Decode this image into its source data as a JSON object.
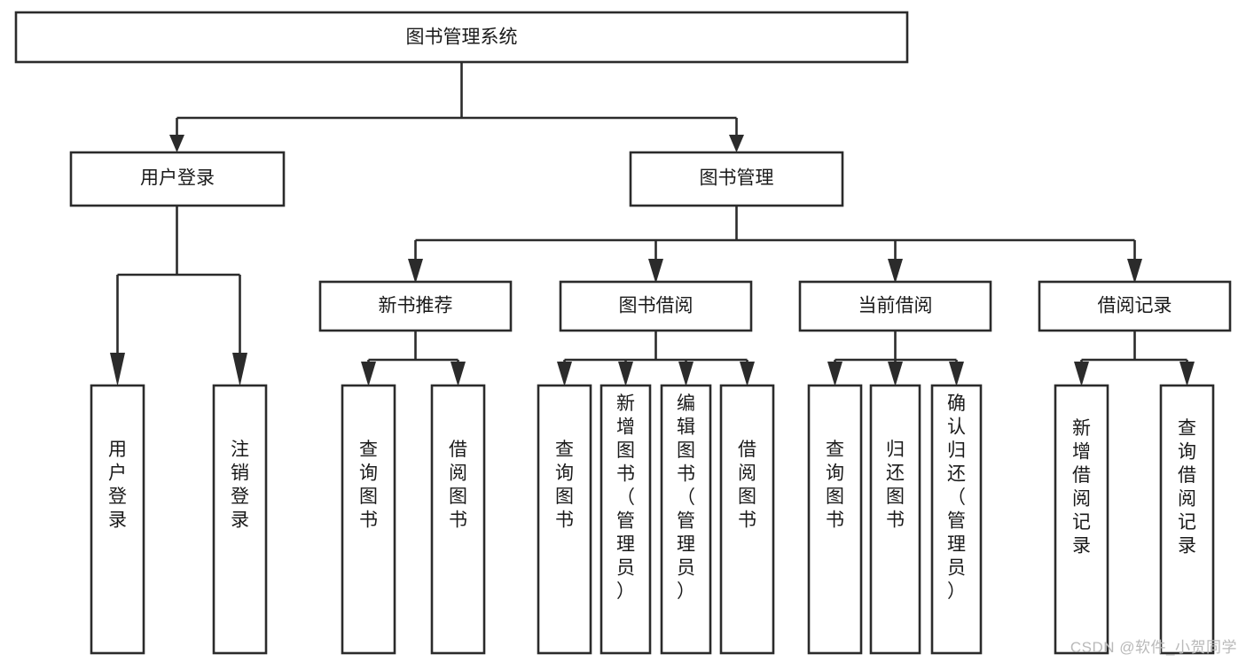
{
  "diagram": {
    "type": "tree-hierarchy",
    "orientation": "top-down",
    "title": "图书管理系统",
    "watermark": "CSDN @软件_小贺同学",
    "style": {
      "box_fill": "#ffffff",
      "box_stroke": "#2b2b2b",
      "connector_color": "#2b2b2b",
      "text_color": "#1a1a1a",
      "background": "#ffffff",
      "watermark_color": "#b9b9b9"
    },
    "nodes": {
      "root": {
        "label": "图书管理系统",
        "level": 0,
        "orientation": "horizontal"
      },
      "l1": [
        {
          "id": "user-login",
          "label": "用户登录",
          "orientation": "horizontal"
        },
        {
          "id": "book-manage",
          "label": "图书管理",
          "orientation": "horizontal"
        }
      ],
      "l2": [
        {
          "id": "new-book-rec",
          "label": "新书推荐",
          "orientation": "horizontal",
          "parent": "book-manage"
        },
        {
          "id": "book-borrow",
          "label": "图书借阅",
          "orientation": "horizontal",
          "parent": "book-manage"
        },
        {
          "id": "current-borrow",
          "label": "当前借阅",
          "orientation": "horizontal",
          "parent": "book-manage"
        },
        {
          "id": "borrow-record",
          "label": "借阅记录",
          "orientation": "horizontal",
          "parent": "book-manage"
        }
      ],
      "leaves": [
        {
          "id": "leaf-user-login",
          "label": "用户登录",
          "parent": "user-login",
          "orientation": "vertical"
        },
        {
          "id": "leaf-user-logout",
          "label": "注销登录",
          "parent": "user-login",
          "orientation": "vertical"
        },
        {
          "id": "leaf-rec-query",
          "label": "查询图书",
          "parent": "new-book-rec",
          "orientation": "vertical"
        },
        {
          "id": "leaf-rec-borrow",
          "label": "借阅图书",
          "parent": "new-book-rec",
          "orientation": "vertical"
        },
        {
          "id": "leaf-borrow-query",
          "label": "查询图书",
          "parent": "book-borrow",
          "orientation": "vertical"
        },
        {
          "id": "leaf-borrow-add",
          "label": "新增图书（管理员）",
          "parent": "book-borrow",
          "orientation": "vertical"
        },
        {
          "id": "leaf-borrow-edit",
          "label": "编辑图书（管理员）",
          "parent": "book-borrow",
          "orientation": "vertical"
        },
        {
          "id": "leaf-borrow-lend",
          "label": "借阅图书",
          "parent": "book-borrow",
          "orientation": "vertical"
        },
        {
          "id": "leaf-cur-query",
          "label": "查询图书",
          "parent": "current-borrow",
          "orientation": "vertical"
        },
        {
          "id": "leaf-cur-return",
          "label": "归还图书",
          "parent": "current-borrow",
          "orientation": "vertical"
        },
        {
          "id": "leaf-cur-confirm",
          "label": "确认归还（管理员）",
          "parent": "current-borrow",
          "orientation": "vertical"
        },
        {
          "id": "leaf-rec-add",
          "label": "新增借阅记录",
          "parent": "borrow-record",
          "orientation": "vertical"
        },
        {
          "id": "leaf-rec-query-record",
          "label": "查询借阅记录",
          "parent": "borrow-record",
          "orientation": "vertical"
        }
      ]
    }
  }
}
